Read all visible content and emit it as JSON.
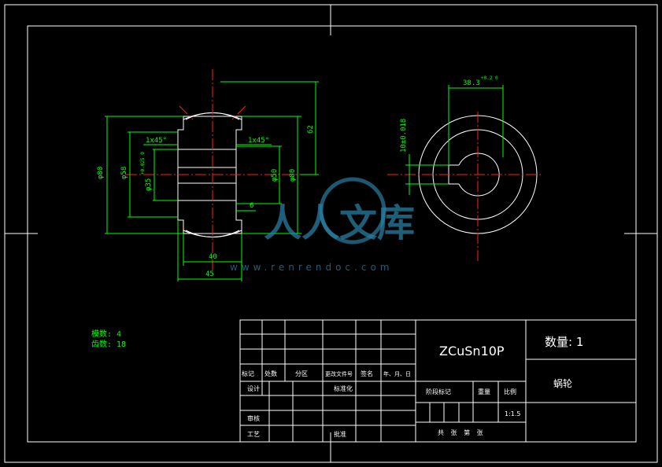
{
  "watermark": {
    "brand": "人人文库",
    "url": "www.renrendoc.com"
  },
  "front_view": {
    "dims": {
      "phi80_left": "φ80",
      "phi58": "φ58",
      "phi35": "φ35",
      "phi35_tol": "+0.025 0",
      "chamfer_left": "1x45°",
      "chamfer_right": "1x45°",
      "phi50": "φ50",
      "phi80_right": "φ80",
      "dim62": "62",
      "dim6": "6",
      "dim40": "40",
      "dim45": "45"
    }
  },
  "side_view": {
    "keyway_width": "38.3",
    "keyway_width_tol": "+0.2 0",
    "keyway_depth": "10±0.018"
  },
  "notes": {
    "line1": "模数: 4",
    "line2": "齿数: 18"
  },
  "title_block": {
    "material": "ZCuSn10P",
    "quantity": "数量: 1",
    "part_name": "蜗轮",
    "row_labels": [
      "标记",
      "处数",
      "分区",
      "更改文件号",
      "签名",
      "年、月、日"
    ],
    "design": "设计",
    "standardize": "标准化",
    "review": "审核",
    "process": "工艺",
    "approve": "批准",
    "stage_mark": "阶段标记",
    "weight": "重量",
    "scale_label": "比例",
    "scale": "1:1.5",
    "sheets": "共 张 第 张"
  }
}
